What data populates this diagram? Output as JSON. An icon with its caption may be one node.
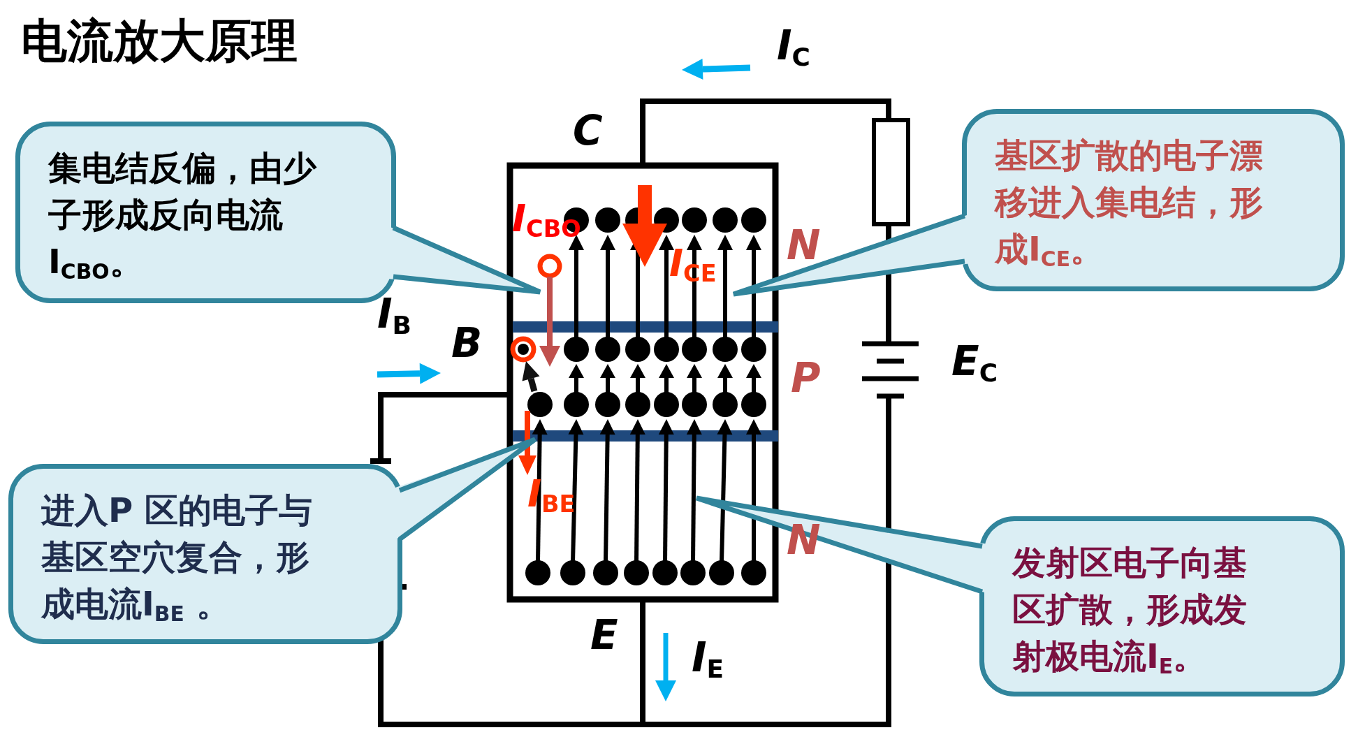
{
  "diagram": {
    "title": "电流放大原理",
    "nodes": [
      {
        "text": [
          "集电结反偏，由少子形成反向电流I$_{CBO}$。"
        ]
      },
      {
        "text": [
          "基区扩散的电子漂移进入集电结，形成I$_{CE}$。"
        ]
      },
      {
        "text": [
          "进入P 区的电子与基区空穴复合，形成电流I$_{BE}$ 。"
        ]
      },
      {
        "text": [
          "发射区电子向基区扩散，形成发射极电流I$_{E}$。"
        ]
      }
    ],
    "labels": [
      "I$_{C}$",
      "C",
      "I$_{CBO}$",
      "N",
      "I$_{CE}$",
      "I$_{B}$",
      "B",
      "P",
      "E$_{C}$",
      "I$_{BE}$",
      "N",
      "E",
      "I$_{E}$"
    ]
  }
}
